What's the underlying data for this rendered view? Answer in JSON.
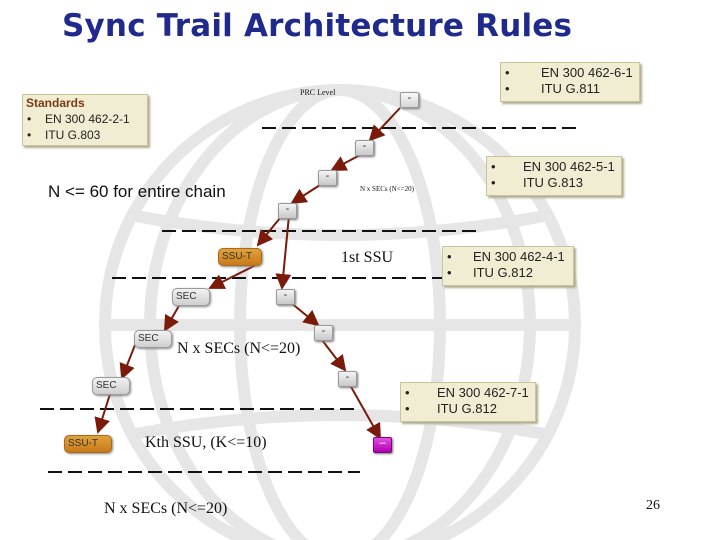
{
  "title": "Sync Trail Architecture Rules",
  "boxes": {
    "standards": {
      "heading": "Standards",
      "items": [
        "EN 300 462-2-1",
        "ITU G.803"
      ]
    },
    "prc": {
      "items": [
        "EN 300 462-6-1",
        "ITU G.811"
      ]
    },
    "sec_chain": {
      "items": [
        "EN 300 462-5-1",
        "ITU G.813"
      ]
    },
    "ssu": {
      "items": [
        "EN 300 462-4-1",
        "ITU G.812"
      ]
    },
    "kth_ssu": {
      "items": [
        "EN 300 462-7-1",
        "ITU G.812"
      ]
    }
  },
  "labels": {
    "prc_level": "PRC Level",
    "chain_rule": "N <= 60 for entire chain",
    "n_secs_small": "N x SECs (N<=20)",
    "first_ssu": "1st SSU",
    "n_secs_mid": "N x SECs (N<=20)",
    "kth_ssu": "Kth SSU, (K<=10)",
    "n_secs_bottom": "N x SECs (N<=20)"
  },
  "nodes": {
    "ssu_t_1": "SSU-T",
    "sec_1": "SEC",
    "sec_2": "SEC",
    "sec_3": "SEC",
    "ssu_t_2": "SSU-T",
    "cube_mark": "-",
    "ssu_cube_mark": "–"
  },
  "page_number": "26",
  "colors": {
    "title": "#1f2a8c",
    "box_fill": "#f1edd3",
    "ssu_node": "#d48a22",
    "ssu_cube": "#cc22cc",
    "standards_heading": "#7a3b16",
    "dashes": "#111111",
    "arrows": "#7a1a0a"
  }
}
